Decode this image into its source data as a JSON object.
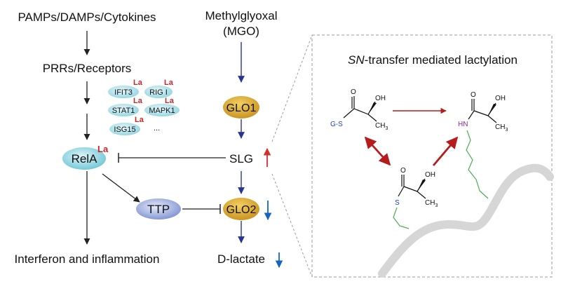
{
  "left_pathway": {
    "stimuli": "PAMPs/DAMPs/Cytokines",
    "receptors": "PRRs/Receptors",
    "rela": "RelA",
    "ttp": "TTP",
    "outcome": "Interferon and inflammation"
  },
  "lactylated_proteins": {
    "mark": "La",
    "items": [
      "IFIT3",
      "RIG I",
      "STAT1",
      "MAPK1",
      "ISG15"
    ],
    "ellipsis": "..."
  },
  "center_pathway": {
    "source_line1": "Methylglyoxal",
    "source_line2": "(MGO)",
    "glo1": "GLO1",
    "slg": "SLG",
    "glo2": "GLO2",
    "product": "D-lactate"
  },
  "inset": {
    "title_italic": "SN",
    "title_rest": "-transfer mediated lactylation",
    "labels": {
      "o": "O",
      "oh": "OH",
      "ch3": "CH",
      "sub3": "3",
      "gs": "G-S",
      "s": "S",
      "hn": "HN"
    }
  },
  "colors": {
    "rela_fill": "#7fd0de",
    "ttp_fill": "#8c9ed6",
    "glo_fill": "#d9a21e",
    "lactyl_mark": "#c62828",
    "up_arrow": "#d32f2f",
    "down_arrow": "#1565c0",
    "center_arrow": "#283593",
    "reaction_arrow": "#b71c1c",
    "lysine_chain": "#4caf50",
    "gs_label": "#1e3fd0",
    "hn_label": "#8e24aa",
    "membrane": "#d6d6d6",
    "inset_border": "#999999"
  }
}
